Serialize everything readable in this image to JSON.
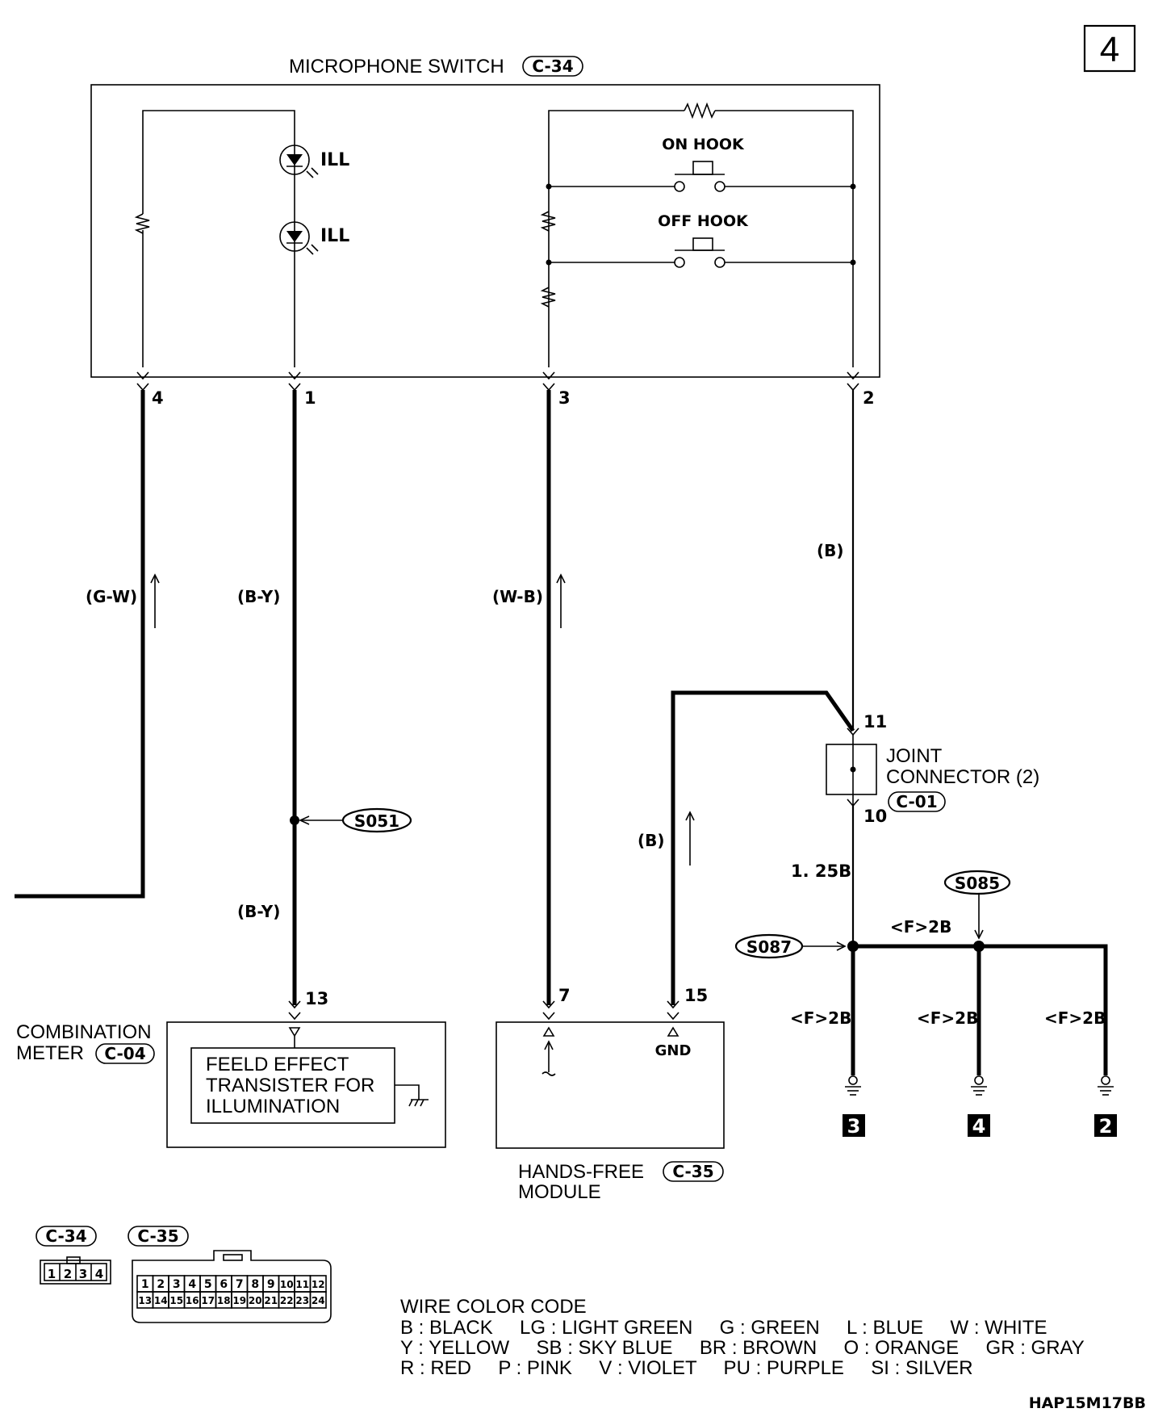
{
  "page_number": "4",
  "microphone_switch": {
    "title": "MICROPHONE SWITCH",
    "connector": "C-34",
    "ill_label_1": "ILL",
    "ill_label_2": "ILL",
    "on_hook": "ON HOOK",
    "off_hook": "OFF HOOK",
    "pins": [
      "4",
      "1",
      "3",
      "2"
    ]
  },
  "wires": {
    "gw": "(G-W)",
    "by_upper": "(B-Y)",
    "wb": "(W-B)",
    "b_right": "(B)",
    "b_gnd": "(B)",
    "by_lower": "(B-Y)",
    "size_125b": "1. 25B",
    "f2b_top": "<F>2B",
    "f2b_left": "<F>2B",
    "f2b_mid": "<F>2B",
    "f2b_right": "<F>2B"
  },
  "splices": {
    "s051": "S051",
    "s085": "S085",
    "s087": "S087"
  },
  "joint_connector": {
    "line1": "JOINT",
    "line2": "CONNECTOR (2)",
    "connector": "C-01",
    "pin_top": "11",
    "pin_bottom": "10"
  },
  "combination_meter": {
    "line1": "COMBINATION",
    "line2": "METER",
    "connector": "C-04",
    "pin": "13",
    "inner_line1": "FEELD EFFECT",
    "inner_line2": "TRANSISTER FOR",
    "inner_line3": "ILLUMINATION"
  },
  "hands_free": {
    "line1": "HANDS-FREE",
    "line2": "MODULE",
    "connector": "C-35",
    "pin_left": "7",
    "pin_right": "15",
    "gnd": "GND"
  },
  "grounds": [
    "3",
    "4",
    "2"
  ],
  "connector_views": {
    "c34_label": "C-34",
    "c35_label": "C-35",
    "c34_pins": [
      "1",
      "2",
      "3",
      "4"
    ],
    "c35_row1": [
      "1",
      "2",
      "3",
      "4",
      "5",
      "6",
      "7",
      "8",
      "9",
      "10",
      "11",
      "12"
    ],
    "c35_row2": [
      "13",
      "14",
      "15",
      "16",
      "17",
      "18",
      "19",
      "20",
      "21",
      "22",
      "23",
      "24"
    ]
  },
  "wire_color_code": {
    "title": "WIRE COLOR CODE",
    "line1": "B : BLACK     LG : LIGHT GREEN     G : GREEN     L : BLUE     W : WHITE",
    "line2": "Y : YELLOW     SB : SKY BLUE     BR : BROWN     O : ORANGE     GR : GRAY",
    "line3": "R : RED     P : PINK     V : VIOLET     PU : PURPLE     SI : SILVER"
  },
  "diagram_code": "HAP15M17BB"
}
